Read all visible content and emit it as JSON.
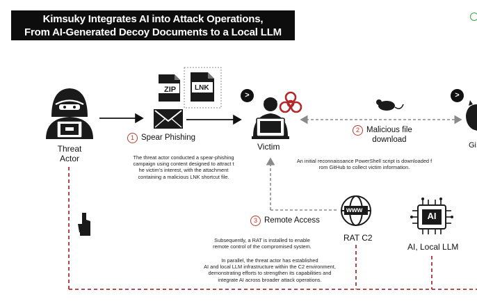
{
  "title": {
    "line1": "Kimsuky Integrates AI into Attack Operations,",
    "line2": "From AI-Generated Decoy Documents to a Local LLM"
  },
  "nodes": {
    "threat_actor": "Threat\nActor",
    "victim": "Victim",
    "github": "Gi",
    "rat_c2": "RAT C2",
    "local_llm": "AI, Local LLM",
    "zip_label": "ZIP",
    "lnk_label": "LNK",
    "ai_label": "AI",
    "www_label": "www"
  },
  "steps": {
    "s1": {
      "num": "1",
      "label": "Spear Phishing"
    },
    "s2": {
      "num": "2",
      "label": "Malicious file\ndownload"
    },
    "s3": {
      "num": "3",
      "label": "Remote Access"
    }
  },
  "descriptions": {
    "spear": [
      "The threat actor conducted a spear-phishing",
      "campaign using content designed to attract t",
      "he victim's interest, with the attachment",
      "containing a malicious LNK shortcut file."
    ],
    "download": [
      "An initial reconnaissance PowerShell script is downloaded f",
      "rom GitHub to collect victim information."
    ],
    "rat": [
      "Subsequently, a RAT is installed to enable",
      "remote control of the compromised system."
    ],
    "llm": [
      "In parallel, the threat actor has established",
      "AI and local LLM infrastructure within the C2 environment,",
      "demonstrating efforts to strengthen its capabilities and",
      "integrate AI across broader attack operations."
    ]
  },
  "chips": {
    "victim_chip": ">",
    "github_chip": ">"
  },
  "colors": {
    "dashed_red": "#a83232",
    "dashed_gray": "#9a9a9a",
    "step_red": "#c0392b",
    "title_bg": "#0d0d0d"
  }
}
